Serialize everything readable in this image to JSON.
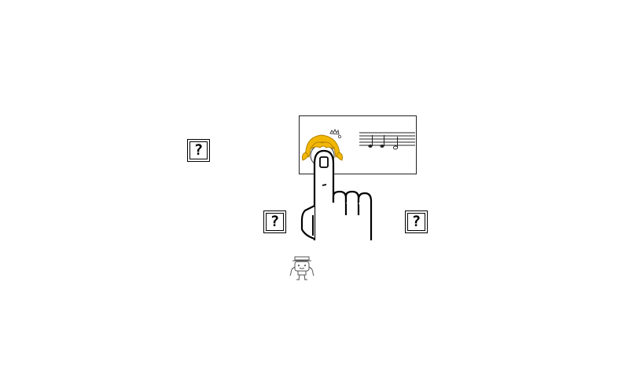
{
  "mystery_boxes": [
    {
      "id": "left",
      "symbol": "?"
    },
    {
      "id": "middle",
      "symbol": "?"
    },
    {
      "id": "right",
      "symbol": "?"
    }
  ],
  "card": {
    "character": "girl-with-crown",
    "content": "music-notes"
  },
  "hand_pointer": "tap-gesture-hand-icon",
  "mascot": "robot-icon",
  "colors": {
    "background": "#ffffff",
    "outline": "#000000",
    "hair": "#f2b705"
  }
}
